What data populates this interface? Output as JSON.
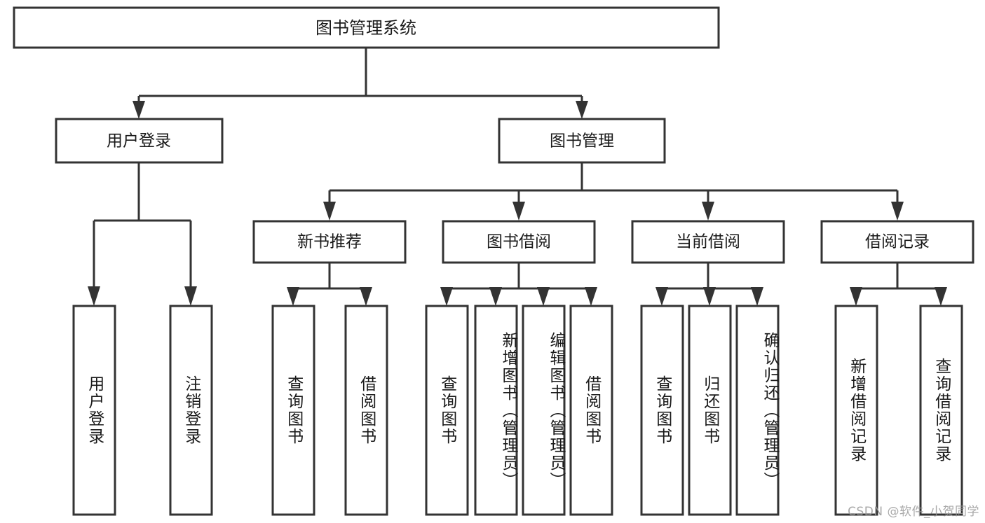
{
  "diagram": {
    "title_node": {
      "label": "图书管理系统"
    },
    "level1": [
      {
        "id": "user-login",
        "label": "用户登录"
      },
      {
        "id": "book-management",
        "label": "图书管理"
      }
    ],
    "level2": [
      {
        "id": "new-book-recommend",
        "label": "新书推荐",
        "parent": "book-management"
      },
      {
        "id": "book-borrow",
        "label": "图书借阅",
        "parent": "book-management"
      },
      {
        "id": "current-borrow",
        "label": "当前借阅",
        "parent": "book-management"
      },
      {
        "id": "borrow-record",
        "label": "借阅记录",
        "parent": "book-management"
      }
    ],
    "leaves": [
      {
        "id": "leaf-user-login",
        "label": "用户登录",
        "parent": "user-login"
      },
      {
        "id": "leaf-logout-login",
        "label": "注销登录",
        "parent": "user-login"
      },
      {
        "id": "leaf-query-book-1",
        "label": "查询图书",
        "parent": "new-book-recommend"
      },
      {
        "id": "leaf-borrow-book-1",
        "label": "借阅图书",
        "parent": "new-book-recommend"
      },
      {
        "id": "leaf-query-book-2",
        "label": "查询图书",
        "parent": "book-borrow"
      },
      {
        "id": "leaf-add-book",
        "label": "新增图书（管理员）",
        "parent": "book-borrow"
      },
      {
        "id": "leaf-edit-book",
        "label": "编辑图书（管理员）",
        "parent": "book-borrow"
      },
      {
        "id": "leaf-borrow-book-2",
        "label": "借阅图书",
        "parent": "book-borrow"
      },
      {
        "id": "leaf-query-book-3",
        "label": "查询图书",
        "parent": "current-borrow"
      },
      {
        "id": "leaf-return-book",
        "label": "归还图书",
        "parent": "current-borrow"
      },
      {
        "id": "leaf-confirm-return",
        "label": "确认归还（管理员）",
        "parent": "current-borrow"
      },
      {
        "id": "leaf-add-record",
        "label": "新增借阅记录",
        "parent": "borrow-record"
      },
      {
        "id": "leaf-query-record",
        "label": "查询借阅记录",
        "parent": "borrow-record"
      }
    ],
    "watermark": "CSDN @软件_小贺同学",
    "colors": {
      "stroke": "#333333",
      "fill": "#ffffff",
      "text": "#1a1a1a",
      "watermark": "#9a9a9a"
    }
  }
}
